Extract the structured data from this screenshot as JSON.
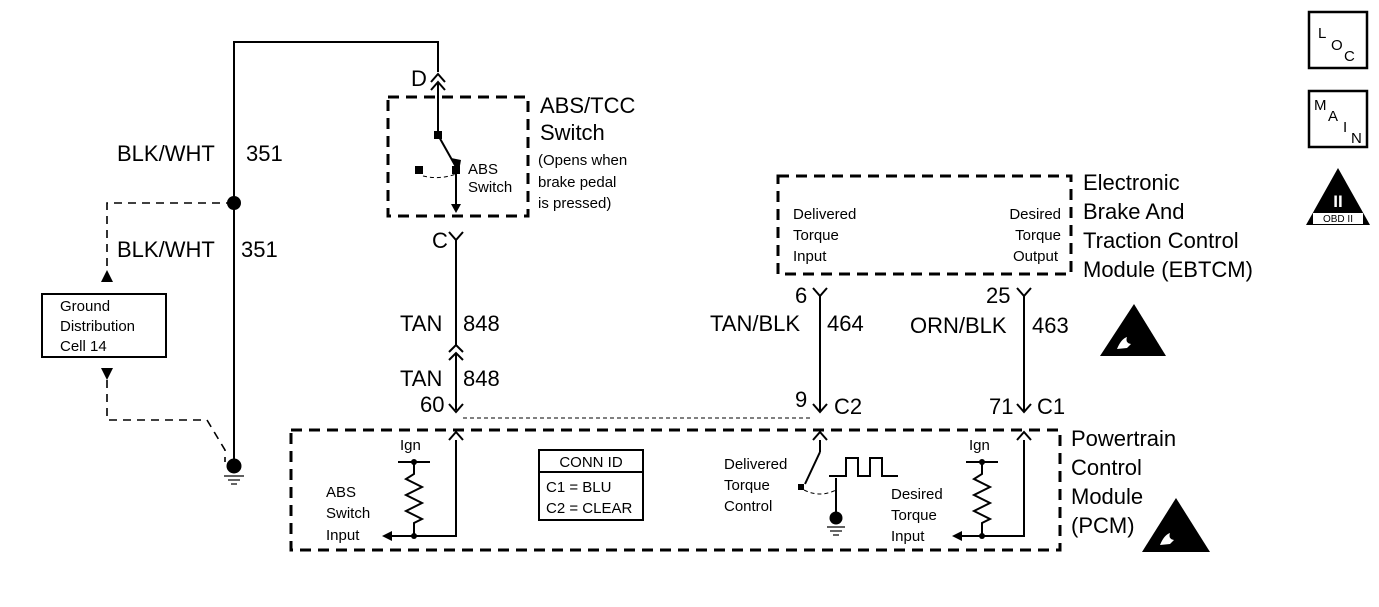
{
  "icons": {
    "loc": {
      "l1": "L",
      "l2": "O",
      "l3": "C"
    },
    "main": {
      "l1": "M",
      "l2": "A",
      "l3": "I",
      "l4": "N"
    },
    "obd": {
      "numeral": "II",
      "label": "OBD II"
    }
  },
  "abs_tcc": {
    "title1": "ABS/TCC",
    "title2": "Switch",
    "note1": "(Opens when",
    "note2": "brake pedal",
    "note3": "is pressed)",
    "inner1": "ABS",
    "inner2": "Switch",
    "pin_top": "D",
    "pin_bottom": "C"
  },
  "ebtcm": {
    "title1": "Electronic",
    "title2": "Brake And",
    "title3": "Traction Control",
    "title4": "Module (EBTCM)",
    "left1": "Delivered",
    "left2": "Torque",
    "left3": "Input",
    "right1": "Desired",
    "right2": "Torque",
    "right3": "Output",
    "pin_left": "6",
    "pin_right": "25"
  },
  "ground_cell": {
    "l1": "Ground",
    "l2": "Distribution",
    "l3": "Cell 14"
  },
  "wires": {
    "w351_top": {
      "color": "BLK/WHT",
      "circuit": "351"
    },
    "w351_bot": {
      "color": "BLK/WHT",
      "circuit": "351"
    },
    "w848_a": {
      "color": "TAN",
      "circuit": "848"
    },
    "w848_b": {
      "color": "TAN",
      "circuit": "848"
    },
    "w464": {
      "color": "TAN/BLK",
      "circuit": "464"
    },
    "w463": {
      "color": "ORN/BLK",
      "circuit": "463"
    }
  },
  "pcm": {
    "title1": "Powertrain",
    "title2": "Control",
    "title3": "Module",
    "title4": "(PCM)",
    "pin60": "60",
    "pin9": "9",
    "conn_c2": "C2",
    "pin71": "71",
    "conn_c1": "C1",
    "ign1": "Ign",
    "ign2": "Ign",
    "abs_in1": "ABS",
    "abs_in2": "Switch",
    "abs_in3": "Input",
    "del1": "Delivered",
    "del2": "Torque",
    "del3": "Control",
    "des1": "Desired",
    "des2": "Torque",
    "des3": "Input"
  },
  "conn_id": {
    "header": "CONN ID",
    "c1": "C1 = BLU",
    "c2": "C2 = CLEAR"
  }
}
